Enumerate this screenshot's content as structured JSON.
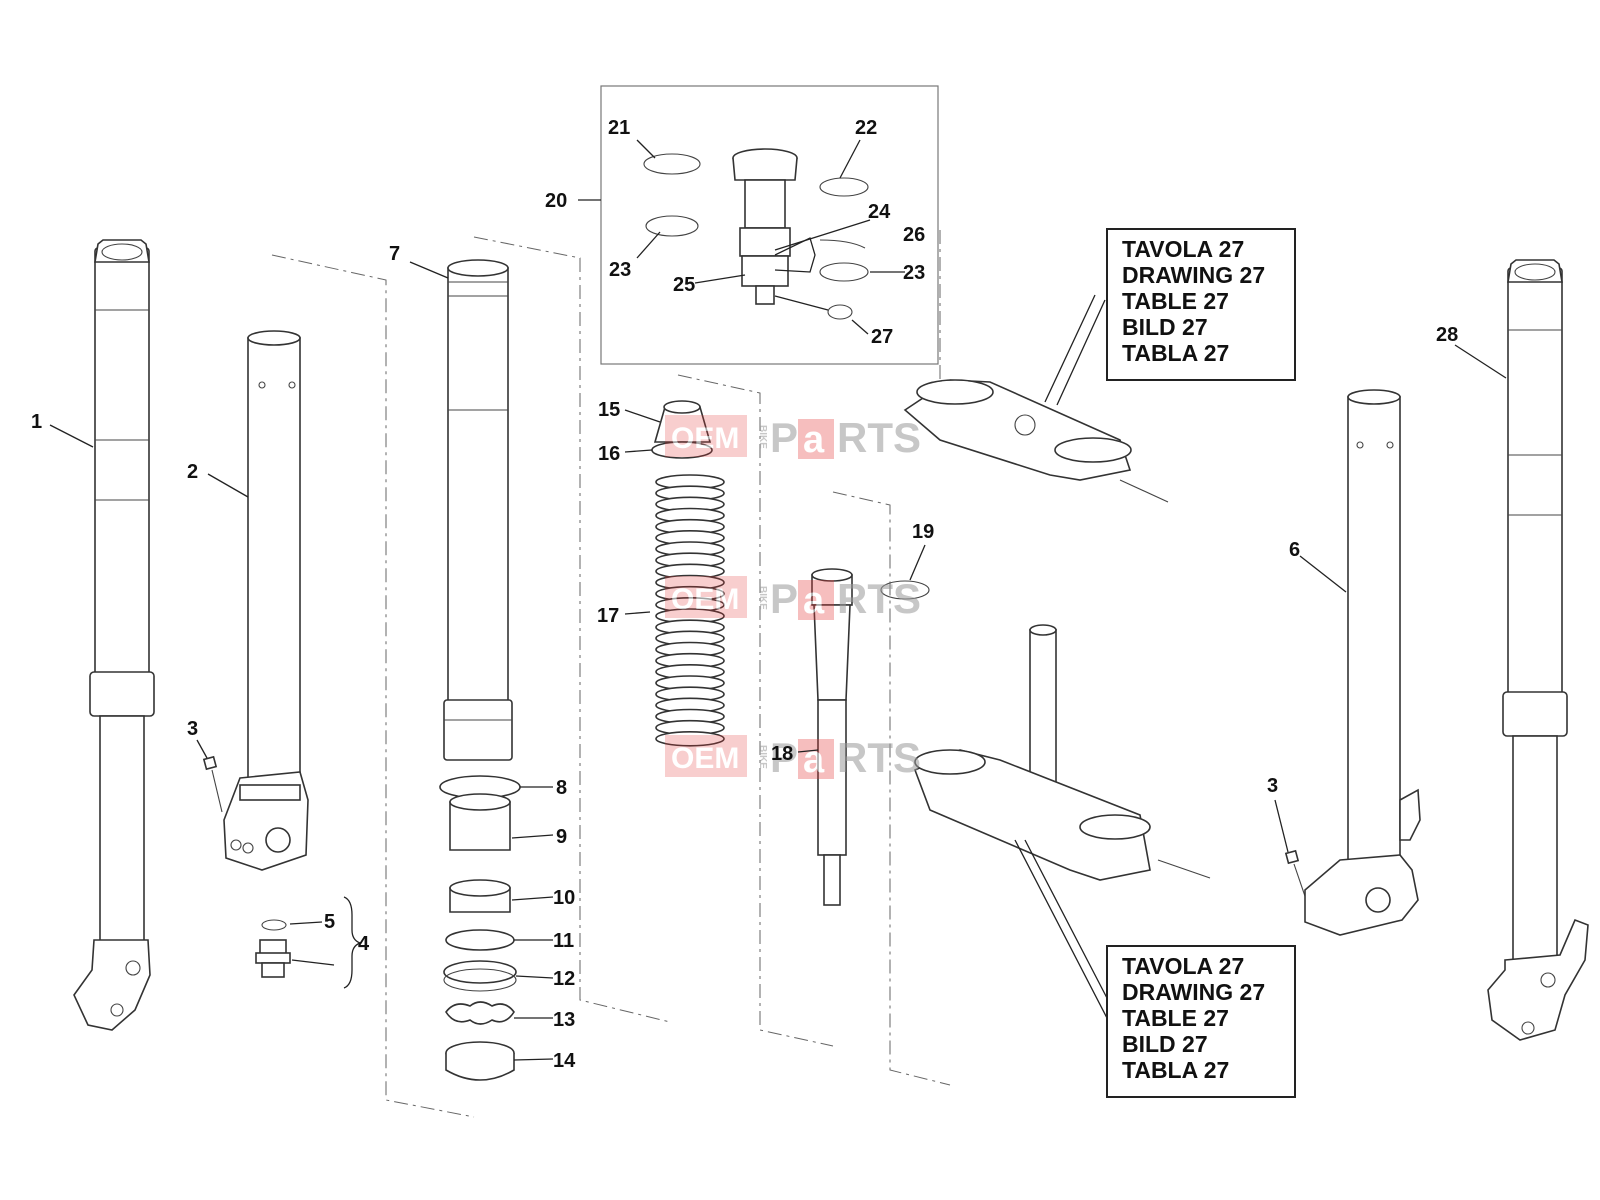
{
  "callouts": [
    "1",
    "2",
    "3",
    "3",
    "4",
    "5",
    "6",
    "7",
    "8",
    "9",
    "10",
    "11",
    "12",
    "13",
    "14",
    "15",
    "16",
    "17",
    "18",
    "19",
    "20",
    "21",
    "22",
    "23",
    "23",
    "24",
    "25",
    "26",
    "27",
    "28"
  ],
  "ref_box_top": [
    "TAVOLA 27",
    "DRAWING 27",
    "TABLE 27",
    "BILD 27",
    "TABLA 27"
  ],
  "ref_box_bottom": [
    "TAVOLA 27",
    "DRAWING 27",
    "TABLE 27",
    "BILD 27",
    "TABLA 27"
  ],
  "watermark": {
    "oem": "OEM",
    "bike": "BIKE",
    "p": "P",
    "a": "a",
    "rts": "RTS"
  },
  "colors": {
    "line": "#333333",
    "watermark_red": "#e23a3a",
    "watermark_gray": "#9a9a9a"
  }
}
